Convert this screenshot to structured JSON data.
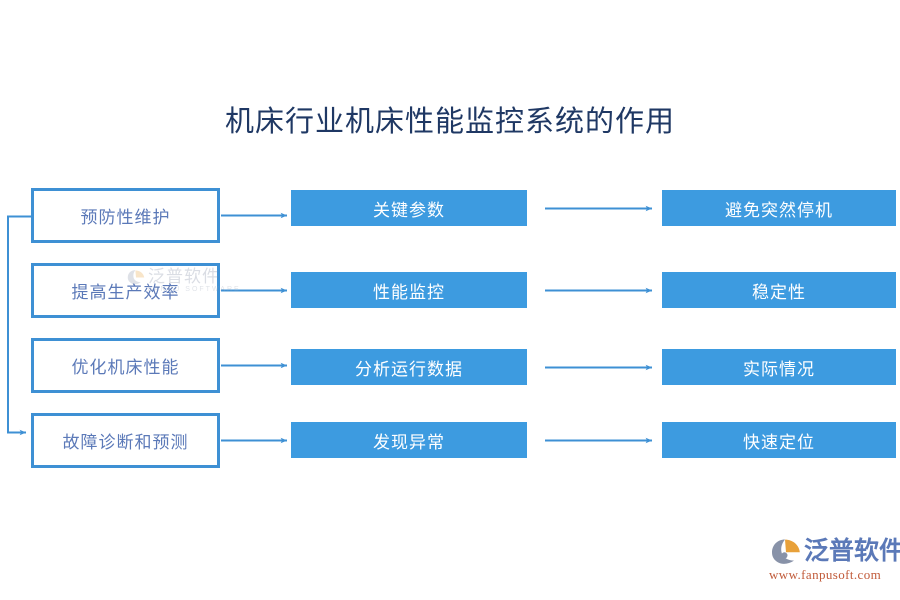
{
  "title": "机床行业机床性能监控系统的作用",
  "colors": {
    "title": "#1F3864",
    "box_border": "#3E90D4",
    "box_fill": "#3D9BE0",
    "outline_text": "#5B79B8",
    "filled_text": "#FFFFFF",
    "arrow": "#3E90D4",
    "logo_text": "#5B79B8",
    "logo_url": "#C15B3A",
    "logo_accent": "#E8A13A"
  },
  "rows": [
    {
      "cause": "预防性维护",
      "middle": "关键参数",
      "effect": "避免突然停机"
    },
    {
      "cause": "提高生产效率",
      "middle": "性能监控",
      "effect": "稳定性"
    },
    {
      "cause": "优化机床性能",
      "middle": "分析运行数据",
      "effect": "实际情况"
    },
    {
      "cause": "故障诊断和预测",
      "middle": "发现异常",
      "effect": "快速定位"
    }
  ],
  "watermark": {
    "cn": "泛普软件",
    "en": "FANPU SOFTWARE"
  },
  "logo": {
    "name": "泛普软件",
    "url": "www.fanpusoft.com"
  }
}
